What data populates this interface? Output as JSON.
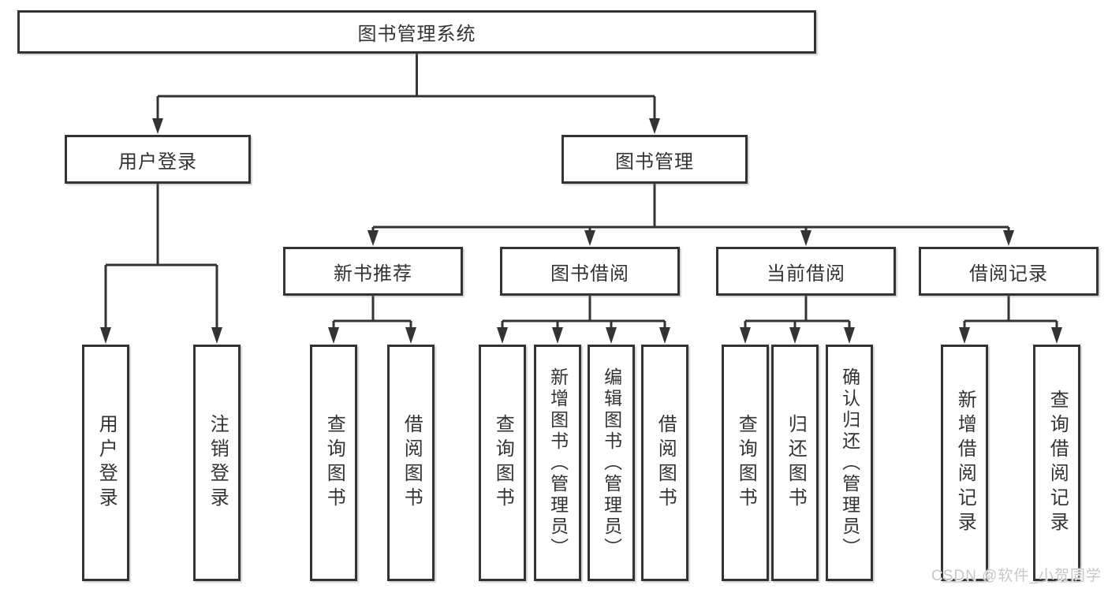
{
  "diagram": {
    "root": {
      "label": "图书管理系统"
    },
    "branches": [
      {
        "label": "用户登录",
        "children": [
          {
            "label": "用户登录"
          },
          {
            "label": "注销登录"
          }
        ]
      },
      {
        "label": "图书管理",
        "children": [
          {
            "label": "新书推荐",
            "children": [
              {
                "label": "查询图书"
              },
              {
                "label": "借阅图书"
              }
            ]
          },
          {
            "label": "图书借阅",
            "children": [
              {
                "label": "查询图书"
              },
              {
                "label": "新增图书（管理员）"
              },
              {
                "label": "编辑图书（管理员）"
              },
              {
                "label": "借阅图书"
              }
            ]
          },
          {
            "label": "当前借阅",
            "children": [
              {
                "label": "查询图书"
              },
              {
                "label": "归还图书"
              },
              {
                "label": "确认归还（管理员）"
              }
            ]
          },
          {
            "label": "借阅记录",
            "children": [
              {
                "label": "新增借阅记录"
              },
              {
                "label": "查询借阅记录"
              }
            ]
          }
        ]
      }
    ]
  },
  "watermark": {
    "text": "CSDN @软件_小贺同学",
    "color": "#c3c8cc"
  },
  "colors": {
    "line": "#333333",
    "box_border": "#333333",
    "text": "#333333",
    "background": "#ffffff"
  }
}
